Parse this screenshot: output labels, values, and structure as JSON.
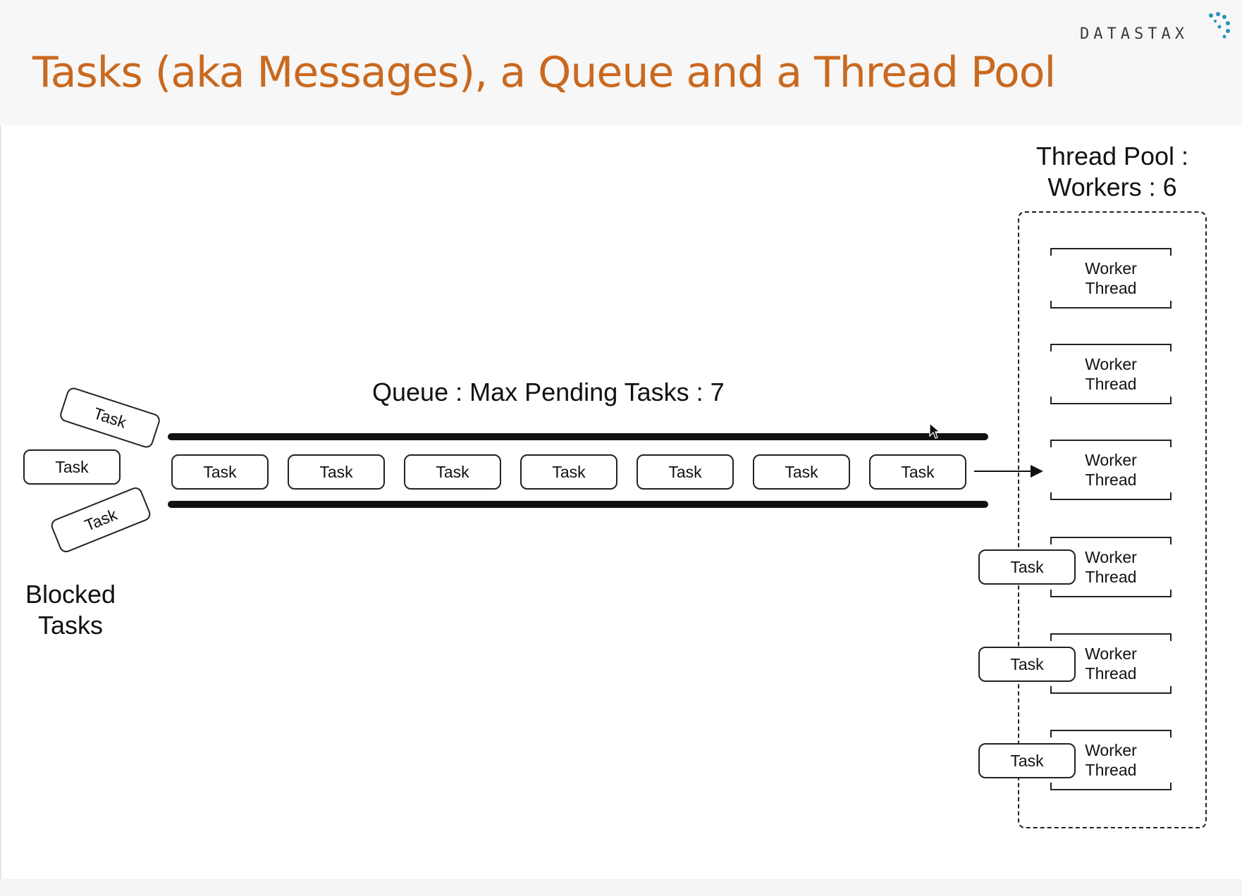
{
  "slide": {
    "title": "Tasks (aka Messages), a Queue and a Thread Pool",
    "logo_text": "DATASTAX",
    "brand_color": "#c9691f"
  },
  "queue": {
    "label": "Queue : Max Pending Tasks : 7",
    "tasks": [
      "Task",
      "Task",
      "Task",
      "Task",
      "Task",
      "Task",
      "Task"
    ]
  },
  "blocked": {
    "label_line1": "Blocked",
    "label_line2": "Tasks",
    "tasks": [
      "Task",
      "Task",
      "Task"
    ]
  },
  "pool": {
    "label_line1": "Thread Pool :",
    "label_line2": "Workers : 6",
    "workers": [
      {
        "line1": "Worker",
        "line2": "Thread",
        "task": ""
      },
      {
        "line1": "Worker",
        "line2": "Thread",
        "task": ""
      },
      {
        "line1": "Worker",
        "line2": "Thread",
        "task": ""
      },
      {
        "line1": "Worker",
        "line2": "Thread",
        "task": "Task"
      },
      {
        "line1": "Worker",
        "line2": "Thread",
        "task": "Task"
      },
      {
        "line1": "Worker",
        "line2": "Thread",
        "task": "Task"
      }
    ]
  },
  "icons": {
    "arrow": "arrow-right-icon",
    "cursor": "mouse-pointer-icon"
  }
}
